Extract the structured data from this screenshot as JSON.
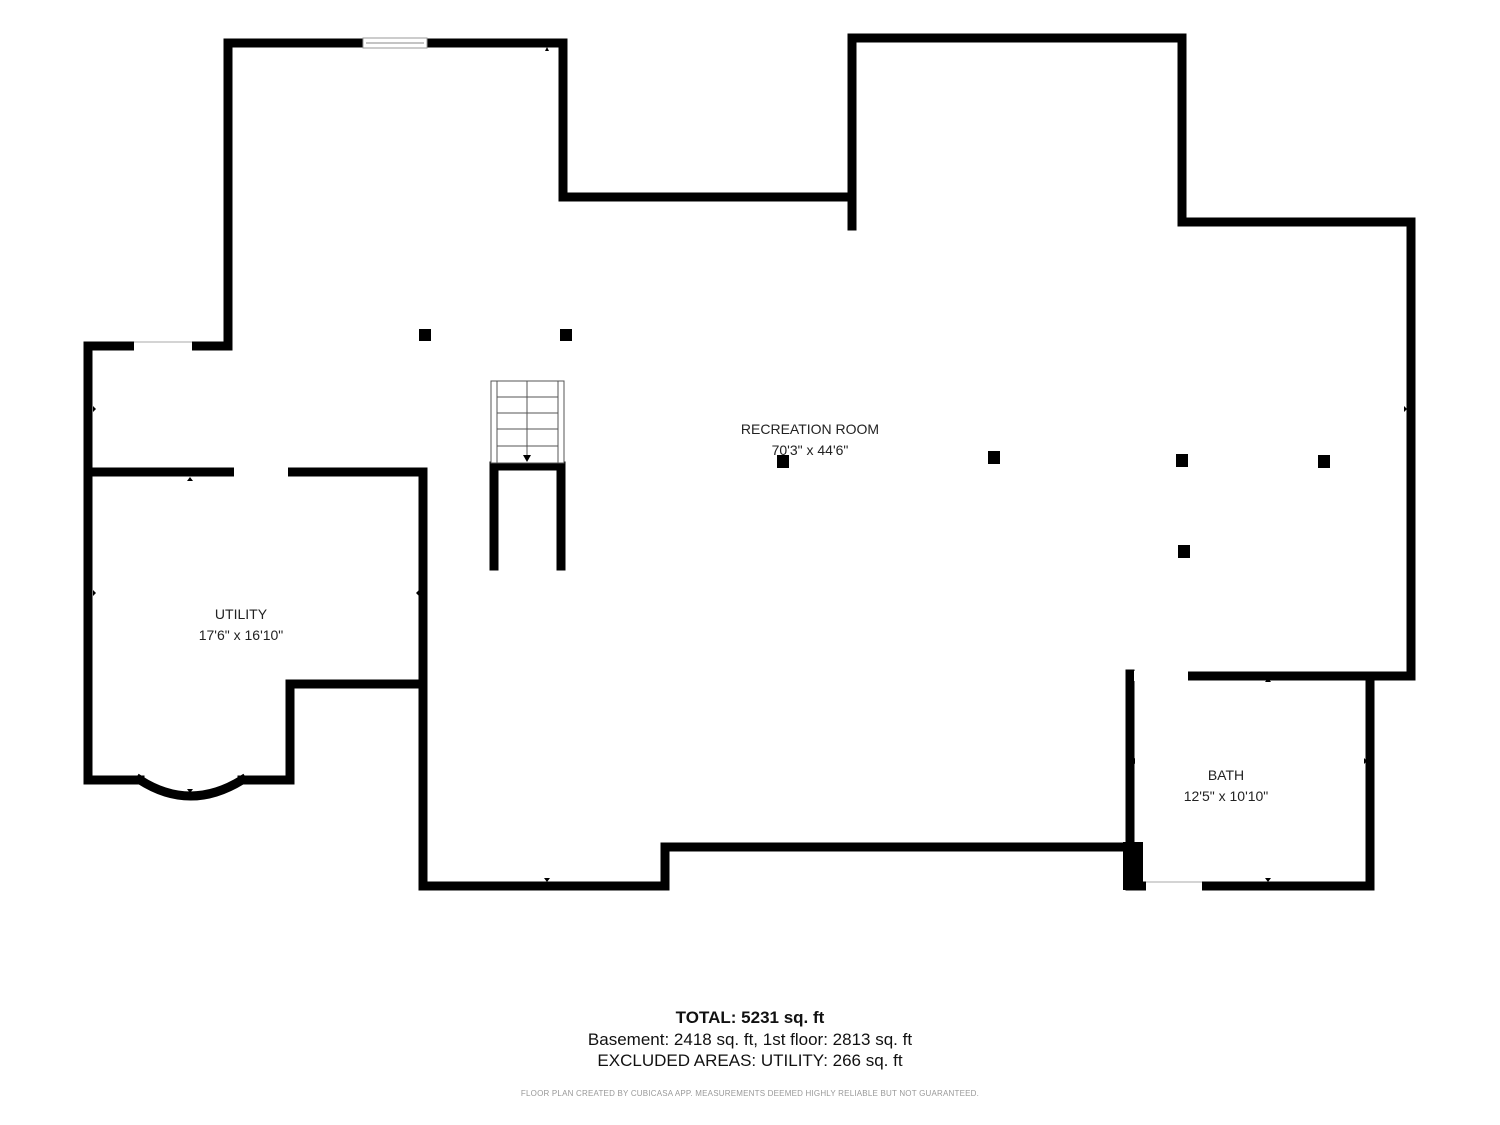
{
  "rooms": {
    "recreation": {
      "name": "RECREATION ROOM",
      "dims": "70'3\" x 44'6\""
    },
    "utility": {
      "name": "UTILITY",
      "dims": "17'6\" x 16'10\""
    },
    "bath": {
      "name": "BATH",
      "dims": "12'5\" x 10'10\""
    }
  },
  "summary": {
    "total_label": "TOTAL:",
    "total_value": "5231 sq. ft",
    "breakdown": "Basement: 2418 sq. ft, 1st floor: 2813 sq. ft",
    "excluded": "EXCLUDED AREAS: UTILITY: 266 sq. ft"
  },
  "disclaimer": "FLOOR PLAN CREATED BY CUBICASA APP. MEASUREMENTS DEEMED HIGHLY RELIABLE BUT NOT GUARANTEED.",
  "colors": {
    "wall": "#000000",
    "background": "#ffffff",
    "opening": "#ffffff"
  }
}
